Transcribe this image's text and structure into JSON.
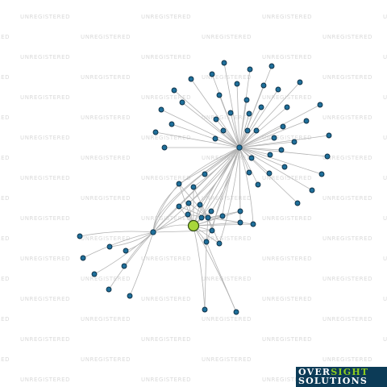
{
  "watermark": {
    "text": "UNREGISTERED",
    "color": "#d9d9d9"
  },
  "logo": {
    "line1_part1": "OVER",
    "line1_part2": "SIGHT",
    "line2": "SOLUTIONS",
    "colors": {
      "background": "#0c3b57",
      "white": "#ffffff",
      "green": "#8ccc1f"
    }
  },
  "graph": {
    "colors": {
      "edge": "#b3b3b3",
      "node_fill": "#1f6f9a",
      "main_node_fill": "#a8d63a"
    },
    "main_node": "focus",
    "hubs": [
      "hubA",
      "hubB",
      "hubC"
    ],
    "node_count": 66
  }
}
